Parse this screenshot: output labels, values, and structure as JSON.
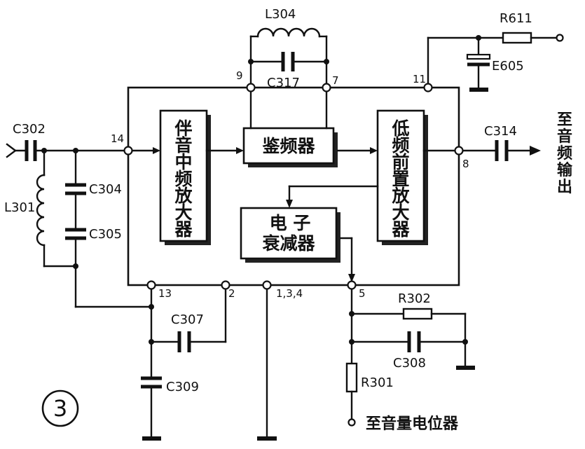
{
  "figure_number": "③",
  "components": {
    "c302": "C302",
    "l301": "L301",
    "c304": "C304",
    "c305": "C305",
    "l304": "L304",
    "c317": "C317",
    "r611": "R611",
    "e605": "E605",
    "c314": "C314",
    "c307": "C307",
    "c309": "C309",
    "r302": "R302",
    "c308": "C308",
    "r301": "R301"
  },
  "pins": {
    "p14": "14",
    "p9": "9",
    "p7": "7",
    "p11": "11",
    "p8": "8",
    "p13": "13",
    "p2": "2",
    "p134": "1,3,4",
    "p5": "5"
  },
  "blocks": {
    "if_amp": "伴音中频放大器",
    "discriminator": "鉴频器",
    "preamp": "低频前置放大器",
    "attenuator_line1": "电 子",
    "attenuator_line2": "衰减器"
  },
  "labels": {
    "audio_out": "至音频输出",
    "volume_pot": "至音量电位器"
  }
}
